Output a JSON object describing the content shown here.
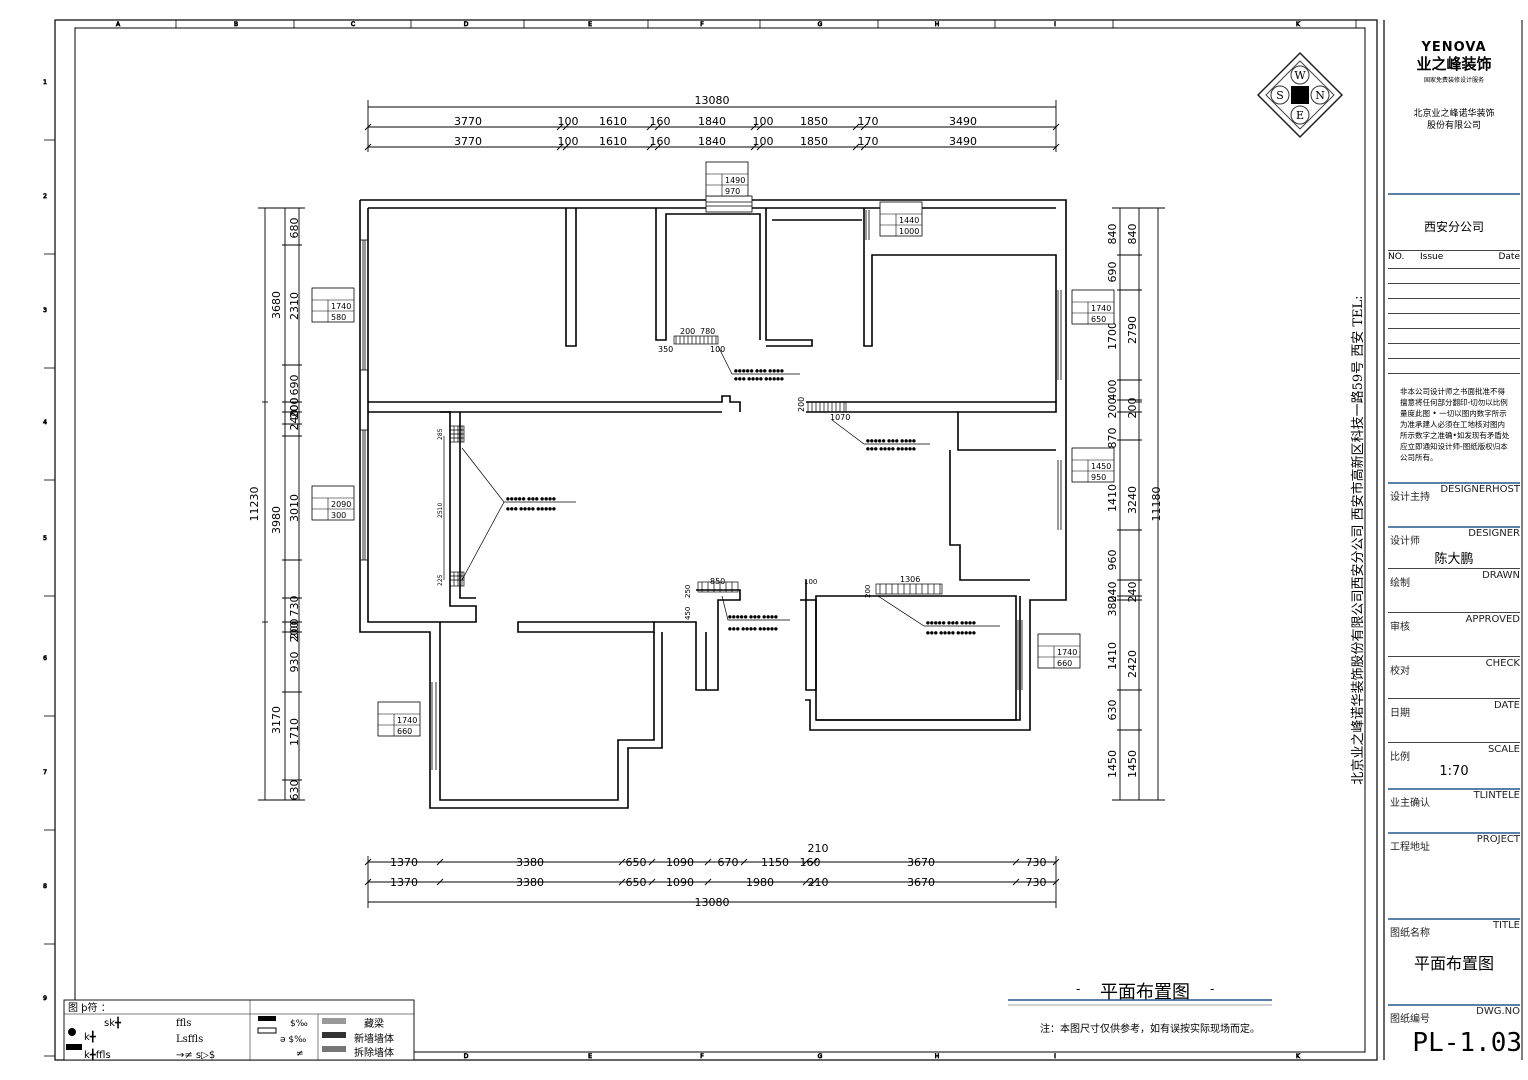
{
  "drawing": {
    "top_dims": {
      "total": "13080",
      "row1": [
        "3770",
        "100",
        "1610",
        "160",
        "1840",
        "100",
        "1850",
        "170",
        "3490"
      ],
      "row2": [
        "3770",
        "100",
        "1610",
        "160",
        "1840",
        "100",
        "1850",
        "170",
        "3490"
      ]
    },
    "bottom_dims": {
      "total": "13080",
      "above": "210",
      "row1": [
        "1370",
        "3380",
        "650",
        "1090",
        "670",
        "1150",
        "160",
        "3670",
        "730"
      ],
      "row2": [
        "1370",
        "3380",
        "650",
        "1090",
        "1980",
        "210",
        "3670",
        "730"
      ]
    },
    "left_dims": {
      "total": "11230",
      "outer": [
        "3680",
        "3980",
        "3170"
      ],
      "inner": [
        "680",
        "2310",
        "690",
        "200",
        "240",
        "200",
        "3010",
        "730",
        "200",
        "200",
        "930",
        "1710",
        "630"
      ]
    },
    "right_dims": {
      "total": "11180",
      "inner": [
        "840",
        "690",
        "1700",
        "400",
        "200",
        "870",
        "1410",
        "960",
        "240",
        "380",
        "1410",
        "630",
        "1450"
      ],
      "outer": [
        "840",
        "2790",
        "200",
        "3240",
        "240",
        "2420",
        "1450"
      ]
    },
    "windows": [
      {
        "w": "1490",
        "h": "970"
      },
      {
        "w": "1440",
        "h": "1000"
      },
      {
        "w": "1740",
        "h": "580"
      },
      {
        "w": "1740",
        "h": "650"
      },
      {
        "w": "2090",
        "h": "300"
      },
      {
        "w": "1450",
        "h": "950"
      },
      {
        "w": "1740",
        "h": "660"
      },
      {
        "w": "1740",
        "h": "660"
      }
    ],
    "small_labels": {
      "l200": "200",
      "l780": "780",
      "l350": "350",
      "l100": "100",
      "l1070": "1070",
      "l200b": "200",
      "l285": "285",
      "l2510": "2510",
      "l225": "225",
      "l850": "850",
      "l250": "250",
      "l450": "450",
      "l1306": "1306",
      "l200c": "200",
      "l100b": "100"
    },
    "compass": {
      "w": "W",
      "s": "S",
      "n": "N",
      "e": "E"
    },
    "drawing_title": "平面布置图",
    "note": "注：本图尺寸仅供参考，如有误按实际现场而定。"
  },
  "legend": {
    "title": "图  þ符  ：",
    "items": [
      "sk╋",
      "k╋",
      "k╋ffls",
      "ffls",
      "Lsffls",
      "→≠ s▷$",
      "$‰",
      "ə $‰",
      "≠",
      "藏梁",
      "新墙墙体",
      "拆除墙体"
    ]
  },
  "title_block": {
    "brand": "YENOVA",
    "brand_cn": "业之峰装饰",
    "slogan": "国家免费装修设计服务",
    "company": "北京业之峰诺华装饰",
    "company2": "股份有限公司",
    "branch": "西安分公司",
    "issue_headers": {
      "no": "NO.",
      "issue": "Issue",
      "date": "Date"
    },
    "notice": "非本公司设计师之书面批准不得擅意将任何部分翻印-切勿以比例量度此图 • 一切以图内数字所示为准承建人必须在工地核对图内所示数字之准确•如发现有矛盾处 应立即通知设计师-图纸版权归本公司所有。",
    "fields": [
      {
        "cn": "设计主持",
        "en": "DESIGNERHOST",
        "val": ""
      },
      {
        "cn": "设计师",
        "en": "DESIGNER",
        "val": "陈大鹏"
      },
      {
        "cn": "绘制",
        "en": "DRAWN",
        "val": ""
      },
      {
        "cn": "审核",
        "en": "APPROVED",
        "val": ""
      },
      {
        "cn": "校对",
        "en": "CHECK",
        "val": ""
      },
      {
        "cn": "日期",
        "en": "DATE",
        "val": ""
      },
      {
        "cn": "比例",
        "en": "SCALE",
        "val": "1:70"
      },
      {
        "cn": "业主确认",
        "en": "TLINTELE",
        "val": ""
      },
      {
        "cn": "工程地址",
        "en": "PROJECT",
        "val": ""
      },
      {
        "cn": "图纸名称",
        "en": "TITLE",
        "val": "平面布置图"
      },
      {
        "cn": "图纸编号",
        "en": "DWG.NO",
        "val": "PL-1.03"
      }
    ],
    "vertical_text": "北京业之峰诺华装饰股份有限公司西安分公司 西安市高新区科技一路59号  西安  TEL:"
  },
  "border_cols": [
    "A",
    "B",
    "C",
    "D",
    "E",
    "F",
    "G",
    "H",
    "I",
    "K"
  ],
  "border_rows": [
    "1",
    "2",
    "3",
    "4",
    "5",
    "6",
    "7",
    "8",
    "9"
  ]
}
